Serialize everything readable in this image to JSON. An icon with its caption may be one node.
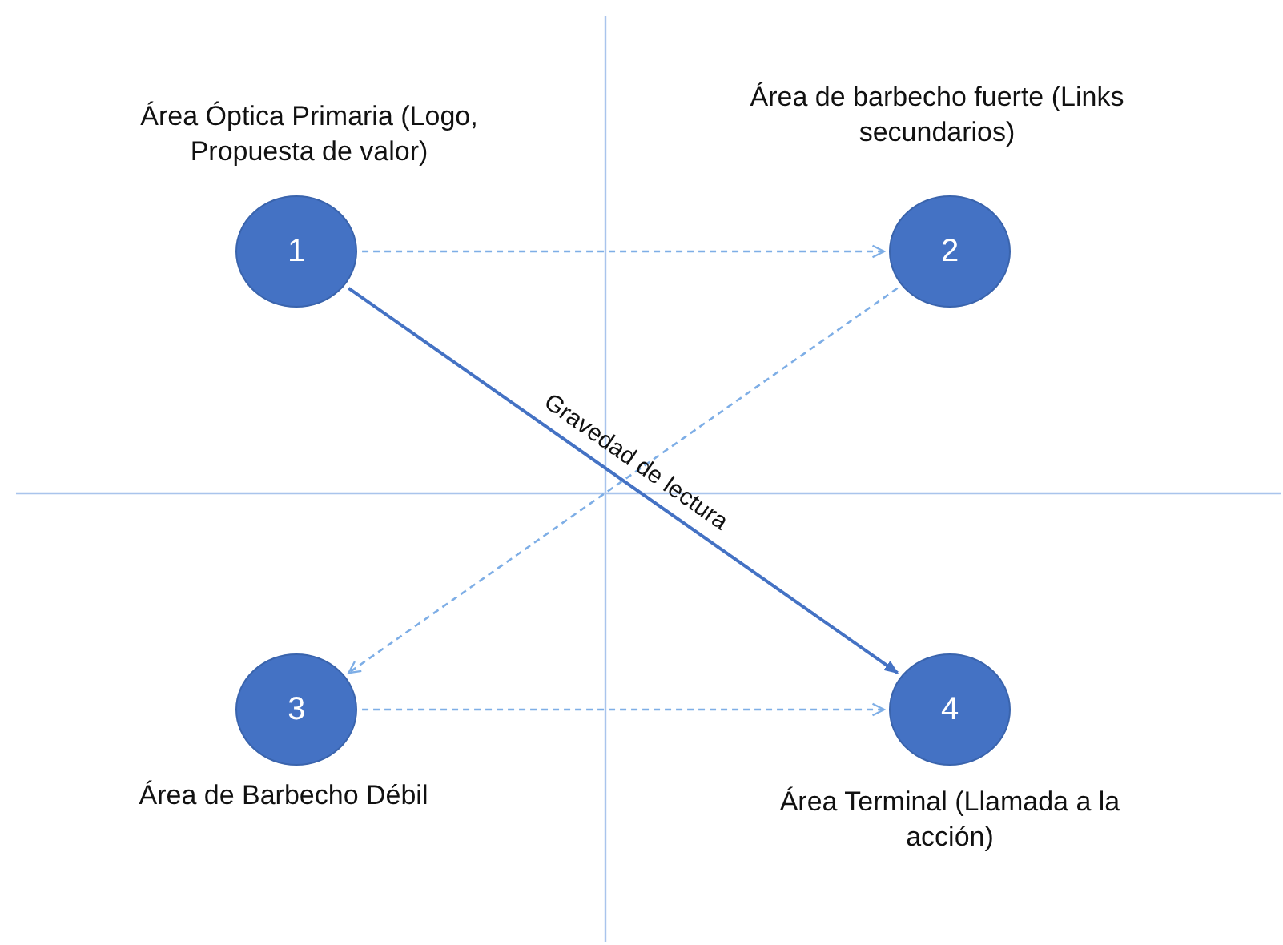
{
  "diagram": {
    "nodes": [
      {
        "text": [
          "1"
        ],
        "beside": [
          "Área Óptica Primaria (Logo, Propuesta de valor)"
        ]
      },
      {
        "text": [
          "2"
        ],
        "beside": [
          "Área de barbecho fuerte (Links secundarios)"
        ]
      },
      {
        "text": [
          "3"
        ],
        "beside": [
          "Área de Barbecho Débil"
        ]
      },
      {
        "text": [
          "4"
        ],
        "beside": [
          "Área Terminal (Llamada a la acción)"
        ]
      }
    ],
    "edges": [
      {
        "from": 0,
        "to": 1,
        "arrow": "to",
        "style": "dashed"
      },
      {
        "from": 0,
        "to": 3,
        "arrow": "to",
        "label": "Gravedad de lectura",
        "color": "#4472c4"
      },
      {
        "from": 1,
        "to": 2,
        "arrow": "to",
        "style": "dashed"
      },
      {
        "from": 2,
        "to": 3,
        "arrow": "to",
        "style": "dashed"
      }
    ]
  }
}
